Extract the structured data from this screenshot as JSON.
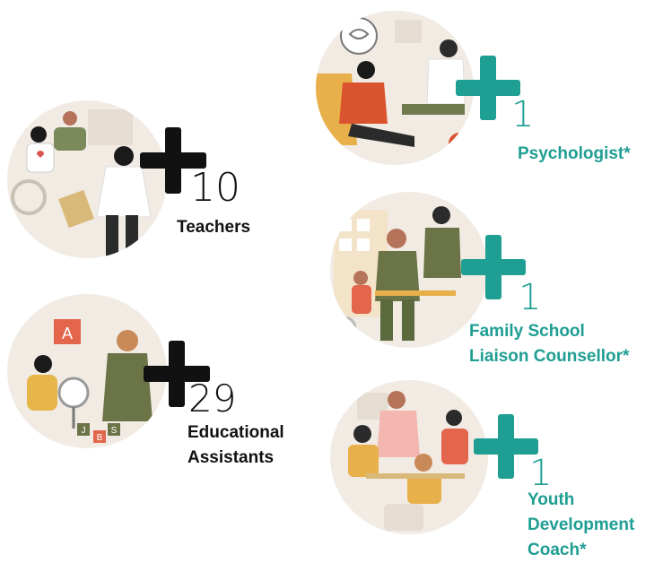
{
  "groups": [
    {
      "count": "10",
      "label_lines": [
        "Teachers"
      ]
    },
    {
      "count": "29",
      "label_lines": [
        "Educational",
        "Assistants"
      ]
    },
    {
      "count": "1",
      "label_lines": [
        "Psychologist*"
      ]
    },
    {
      "count": "1",
      "label_lines": [
        "Family School",
        "Liaison Counsellor*"
      ]
    },
    {
      "count": "1",
      "label_lines": [
        "Youth",
        "Development",
        "Coach*"
      ]
    }
  ],
  "illustration_letters": {
    "block_a": "A",
    "blocks": [
      "J",
      "S",
      "B"
    ]
  },
  "colors": {
    "dark": "#111111",
    "teal": "#1f9e93",
    "circle_bg": "#f1ebe4"
  }
}
